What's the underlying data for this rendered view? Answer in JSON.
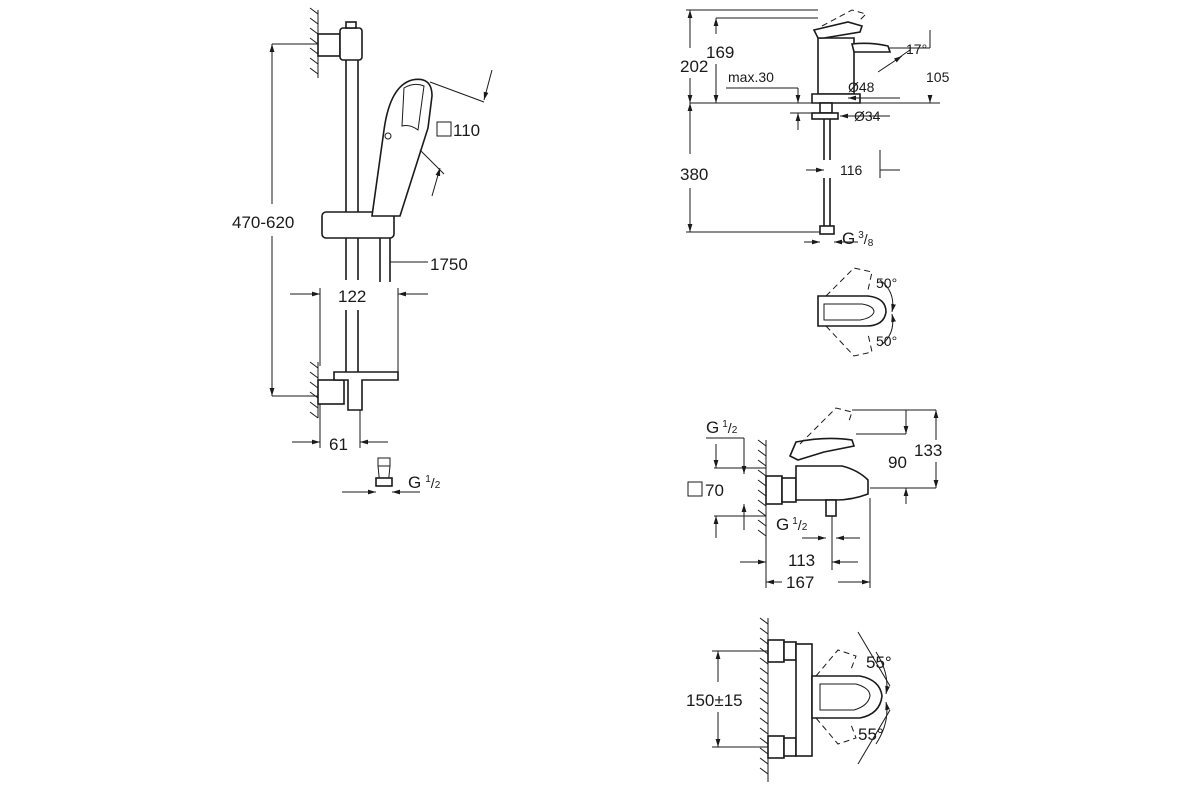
{
  "shower_set": {
    "rail_height": "470-620",
    "head_size": "110",
    "hose_length": "1750",
    "rail_spacing": "122",
    "wall_offset": "61",
    "thread": {
      "prefix": "G",
      "num": "1",
      "den": "2"
    }
  },
  "basin_mixer": {
    "total_height": "202",
    "spout_height": "169",
    "max_deck": "max.30",
    "spout_angle": "17°",
    "spout_reach": "105",
    "base_diameter": "Ø48",
    "hole_diameter": "Ø34",
    "hose_length": "380",
    "tail_offset": "116",
    "thread": {
      "prefix": "G",
      "num": "3",
      "den": "8"
    },
    "lever_angle_top": "50°",
    "lever_angle_bottom": "50°"
  },
  "bath_mixer": {
    "inlet_thread": {
      "prefix": "G",
      "num": "1",
      "den": "2"
    },
    "flange_size": "70",
    "outlet_thread": {
      "prefix": "G",
      "num": "1",
      "den": "2"
    },
    "height_90": "90",
    "height_133": "133",
    "spout_113": "113",
    "depth_167": "167",
    "centers": "150±15",
    "lever_angle_top": "55°",
    "lever_angle_bottom": "55°"
  }
}
